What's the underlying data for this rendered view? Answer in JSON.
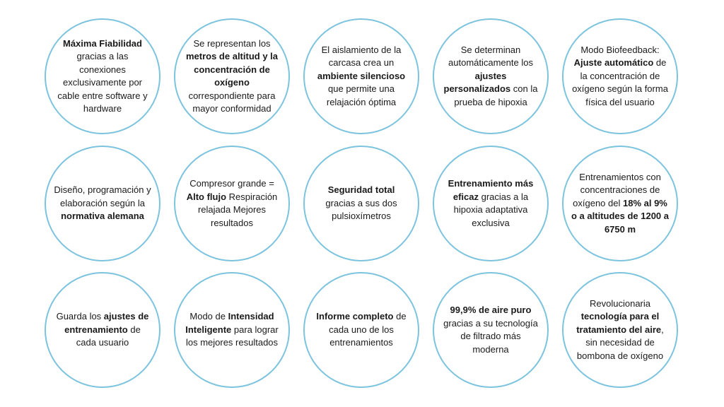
{
  "accent_color": "#7cc3de",
  "cards": [
    [
      {
        "parts": [
          {
            "t": "Máxima Fiabilidad",
            "b": true
          },
          {
            "t": " gracias a las conexiones exclusivamente por cable entre software y hardware",
            "b": false
          }
        ]
      },
      {
        "parts": [
          {
            "t": "Se representan los ",
            "b": false
          },
          {
            "t": "metros de altitud y la concentración de oxígeno",
            "b": true
          },
          {
            "t": " correspondiente para mayor conformidad",
            "b": false
          }
        ]
      },
      {
        "parts": [
          {
            "t": "El aislamiento de la carcasa crea un ",
            "b": false
          },
          {
            "t": "ambiente silencioso",
            "b": true
          },
          {
            "t": " que permite una relajación óptima",
            "b": false
          }
        ]
      },
      {
        "parts": [
          {
            "t": "Se determinan automáticamente los ",
            "b": false
          },
          {
            "t": "ajustes personalizados",
            "b": true
          },
          {
            "t": " con la prueba de hipoxia",
            "b": false
          }
        ]
      },
      {
        "parts": [
          {
            "t": "Modo Biofeedback: ",
            "b": false
          },
          {
            "t": "Ajuste automático",
            "b": true
          },
          {
            "t": " de la concentración de oxígeno según la forma física del usuario",
            "b": false
          }
        ]
      }
    ],
    [
      {
        "parts": [
          {
            "t": "Diseño, programación y elaboración según la ",
            "b": false
          },
          {
            "t": "normativa alemana",
            "b": true
          }
        ]
      },
      {
        "parts": [
          {
            "t": "Compresor grande = ",
            "b": false
          },
          {
            "t": "Alto flujo",
            "b": true
          },
          {
            "t": " Respiración relajada Mejores resultados",
            "b": false
          }
        ]
      },
      {
        "parts": [
          {
            "t": "Seguridad total",
            "b": true
          },
          {
            "t": " gracias a sus dos pulsioxímetros",
            "b": false
          }
        ]
      },
      {
        "parts": [
          {
            "t": "Entrenamiento más eficaz",
            "b": true
          },
          {
            "t": " gracias a la hipoxia adaptativa exclusiva",
            "b": false
          }
        ]
      },
      {
        "parts": [
          {
            "t": "Entrenamientos con concentraciones de oxígeno del ",
            "b": false
          },
          {
            "t": "18% al 9% o a altitudes de 1200 a 6750 m",
            "b": true
          }
        ]
      }
    ],
    [
      {
        "parts": [
          {
            "t": "Guarda los ",
            "b": false
          },
          {
            "t": "ajustes de entrenamiento",
            "b": true
          },
          {
            "t": " de cada usuario",
            "b": false
          }
        ]
      },
      {
        "parts": [
          {
            "t": "Modo de ",
            "b": false
          },
          {
            "t": "Intensidad Inteligente",
            "b": true
          },
          {
            "t": " para lograr los mejores resultados",
            "b": false
          }
        ]
      },
      {
        "parts": [
          {
            "t": "Informe completo",
            "b": true
          },
          {
            "t": " de cada uno de los entrenamientos",
            "b": false
          }
        ]
      },
      {
        "parts": [
          {
            "t": "99,9% de aire puro",
            "b": true
          },
          {
            "t": " gracias a su tecnología de filtrado más moderna",
            "b": false
          }
        ]
      },
      {
        "parts": [
          {
            "t": "Revolucionaria ",
            "b": false
          },
          {
            "t": "tecnología para el tratamiento del aire",
            "b": true
          },
          {
            "t": ", sin necesidad de bombona de oxígeno",
            "b": false
          }
        ]
      }
    ]
  ]
}
